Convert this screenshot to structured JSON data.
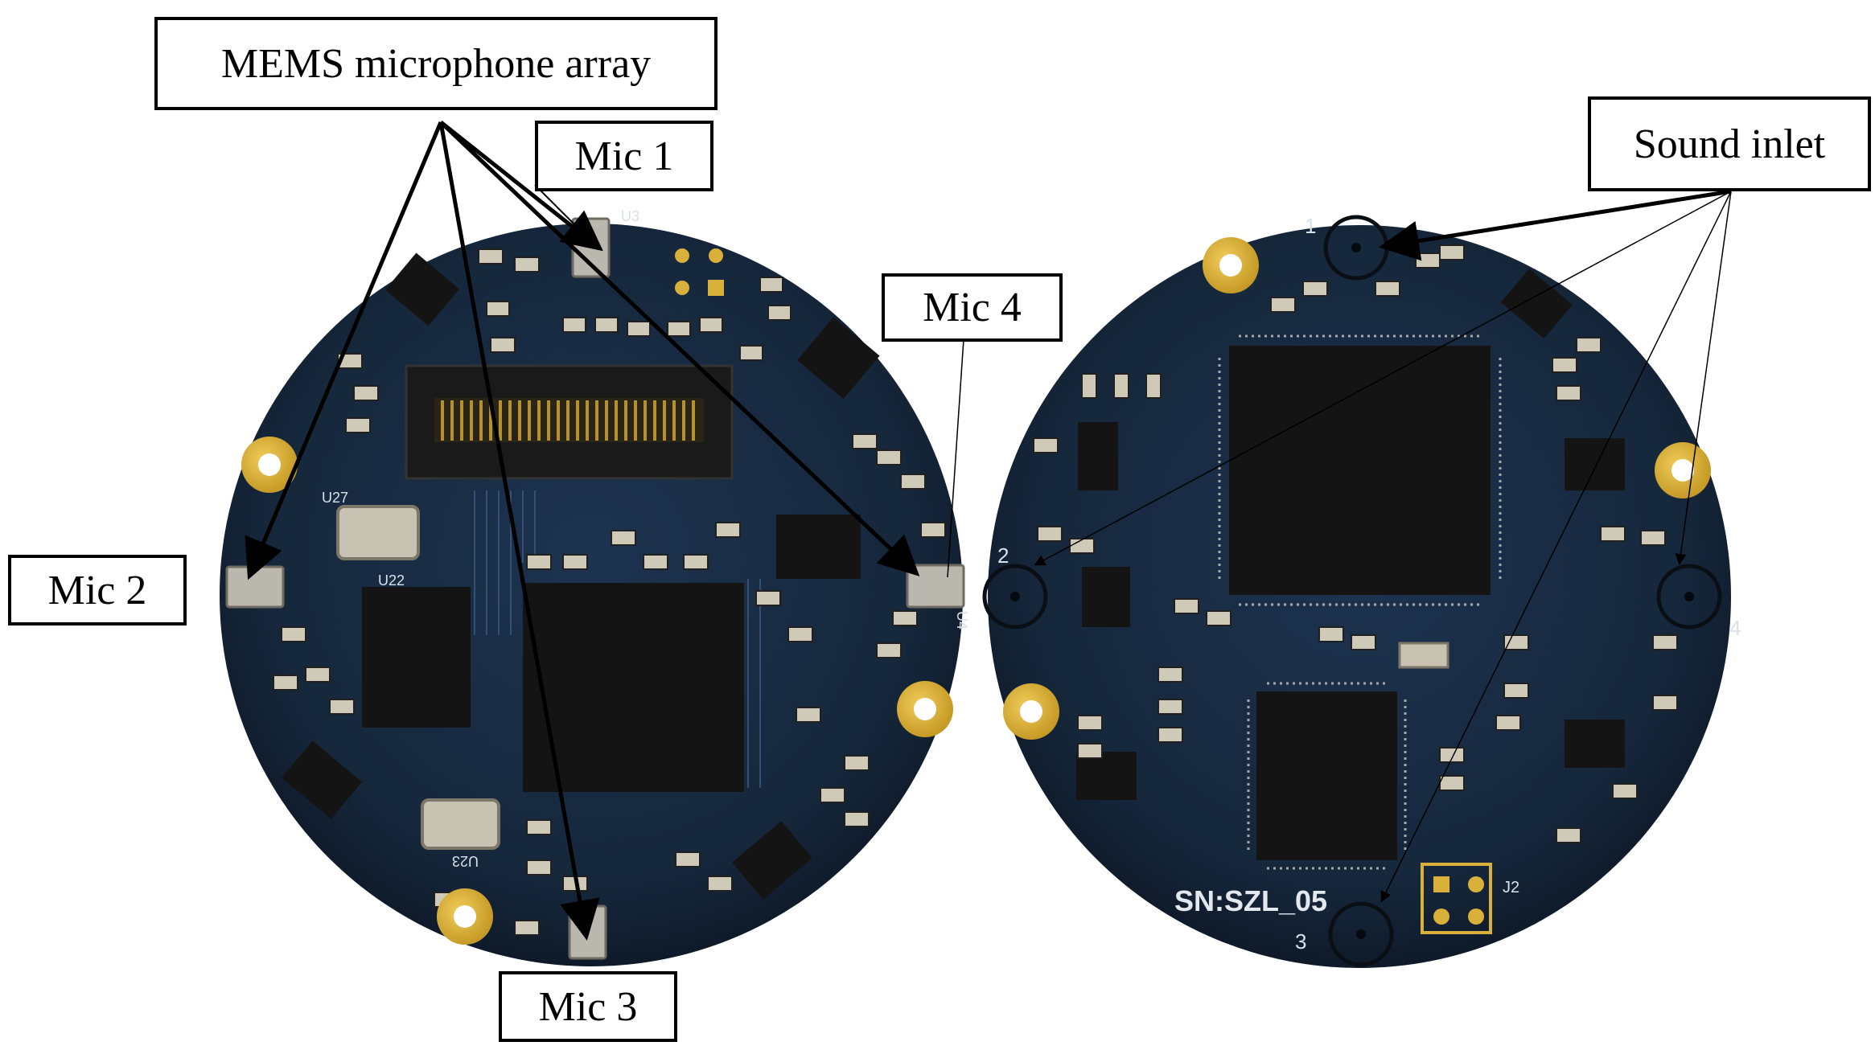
{
  "figure": {
    "labels": {
      "mems_array": "MEMS microphone array",
      "mic1": "Mic 1",
      "mic2": "Mic 2",
      "mic3": "Mic 3",
      "mic4": "Mic 4",
      "sound_inlet": "Sound inlet"
    },
    "board_back": {
      "serial": "SN:SZL_05",
      "inlet_numbers": [
        "1",
        "2",
        "3",
        "4"
      ],
      "connector_label": "J2"
    },
    "board_front": {
      "chip_labels": [
        "U22",
        "U27",
        "U23",
        "U3",
        "U4"
      ]
    },
    "colors": {
      "pcb": "#16273b",
      "gold_pad": "#d8b03a",
      "annotation": "#000000"
    }
  }
}
